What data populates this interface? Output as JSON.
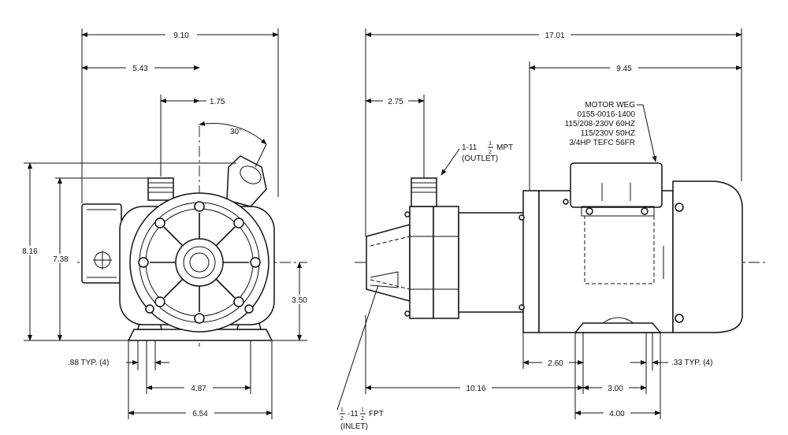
{
  "front_view": {
    "dims": {
      "overall_width": "9.10",
      "to_centerline": "5.43",
      "outlet_offset": "1.75",
      "outlet_angle": "30°",
      "overall_height": "8.16",
      "height_to_outlet": "7.38",
      "shaft_height": "3.50",
      "foot_slot": ".88 TYP. (4)",
      "bolt_spacing": "4.87",
      "base_width": "6.54"
    }
  },
  "side_view": {
    "dims": {
      "overall_length": "17.01",
      "motor_length": "9.45",
      "inlet_to_outlet": "2.75",
      "foot_offset": "2.60",
      "base_to_inlet": "10.16",
      "foot_slot": ".33 TYP. (4)",
      "foot_bolt_spacing": "3.00",
      "foot_width": "4.00"
    },
    "outlet_callout": [
      "1-11",
      "1",
      "2",
      "MPT",
      "(OUTLET)"
    ],
    "inlet_callout": [
      "1",
      "2",
      "-11",
      "1",
      "2",
      "FPT",
      "(INLET)"
    ],
    "motor_note": [
      "MOTOR WEG",
      "0155-0016-1400",
      "115/208-230V 60HZ",
      "115/230V 50HZ",
      "3/4HP TEFC 56FR"
    ]
  }
}
